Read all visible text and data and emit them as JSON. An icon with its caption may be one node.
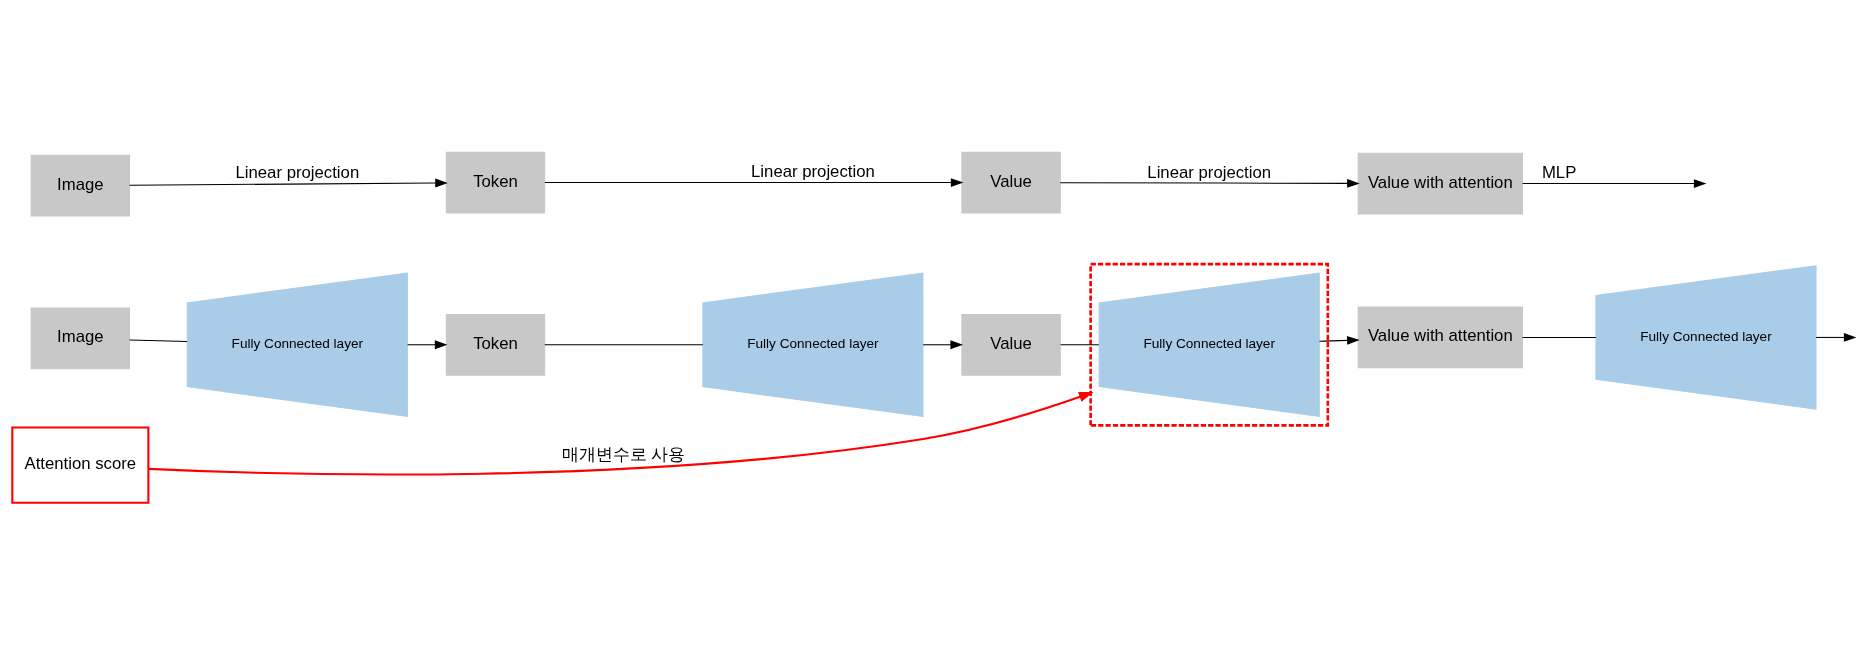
{
  "diagram": {
    "nodes": [
      {
        "text": [
          "Image"
        ]
      },
      {
        "text": [
          "Token"
        ]
      },
      {
        "text": [
          "Value"
        ]
      },
      {
        "text": [
          "Value with attention"
        ]
      },
      {
        "text": [
          "Image"
        ]
      },
      {
        "text": [
          "Fully Connected layer"
        ]
      },
      {
        "text": [
          "Token"
        ]
      },
      {
        "text": [
          "Fully Connected layer"
        ]
      },
      {
        "text": [
          "Value"
        ]
      },
      {
        "text": [],
        "shape": "box"
      },
      {
        "text": [
          "Fully Connected layer"
        ],
        "in": 9
      },
      {
        "text": [
          "Value with attention"
        ]
      },
      {
        "text": [
          "Fully Connected layer"
        ]
      },
      {
        "text": [
          "Attention score"
        ]
      }
    ],
    "edges": [
      {
        "from": 0,
        "to": 1,
        "arrow": "to",
        "label": "Linear projection"
      },
      {
        "from": 1,
        "to": 2,
        "arrow": "to",
        "label": "Linear projection"
      },
      {
        "from": 2,
        "to": 3,
        "arrow": "to",
        "label": "Linear projection"
      },
      {
        "from": 3,
        "to": null,
        "arrow": "to",
        "label": "MLP"
      },
      {
        "from": 4,
        "to": 5,
        "arrow": "none"
      },
      {
        "from": 5,
        "to": 6,
        "arrow": "to"
      },
      {
        "from": 6,
        "to": 7,
        "arrow": "none"
      },
      {
        "from": 7,
        "to": 8,
        "arrow": "to"
      },
      {
        "from": 8,
        "to": 10,
        "arrow": "none"
      },
      {
        "from": 10,
        "to": 11,
        "arrow": "to"
      },
      {
        "from": 11,
        "to": 12,
        "arrow": "none"
      },
      {
        "from": 12,
        "to": null,
        "arrow": "to"
      },
      {
        "from": 13,
        "to": 9,
        "arrow": "to",
        "label": "매개변수로 사용",
        "color": "#ff0000"
      }
    ]
  }
}
